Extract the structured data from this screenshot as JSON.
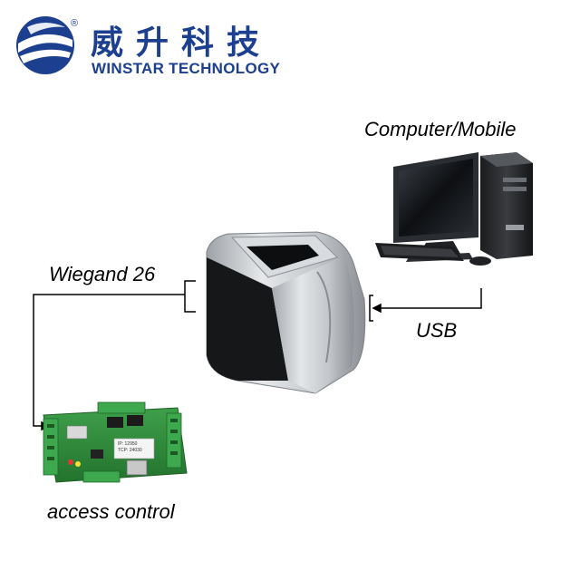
{
  "logo": {
    "chinese": "威升科技",
    "english": "WINSTAR TECHNOLOGY",
    "registered_mark": "®"
  },
  "labels": {
    "computer": "Computer/Mobile",
    "usb": "USB",
    "wiegand": "Wiegand 26",
    "access_control": "access control"
  },
  "board_text": {
    "line1": "IP: 12950",
    "line2": "TCP: 24030"
  },
  "colors": {
    "brand": "#1d3f8f",
    "board_green": "#2f8a3a",
    "terminal_green": "#3d9a4c",
    "device_silver": "#c9ccd0",
    "device_black": "#1a1a1a"
  }
}
